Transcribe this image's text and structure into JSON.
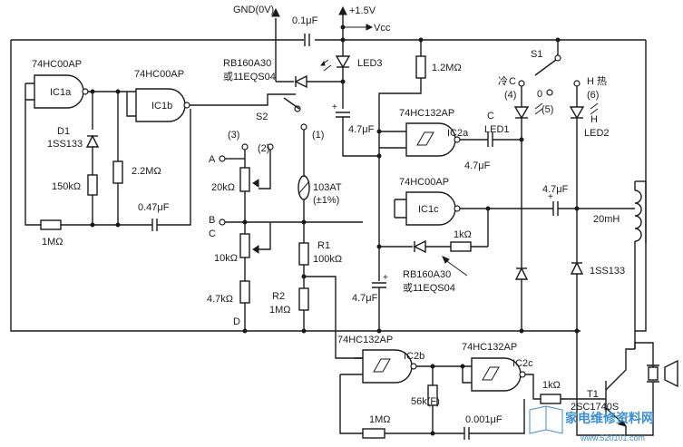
{
  "supply": {
    "gnd": "GND(0V)",
    "vplus": "+1.5V",
    "vcc": "Vcc"
  },
  "chips": {
    "ic1a_part": "74HC00AP",
    "ic1a": "IC1a",
    "ic1b_part": "74HC00AP",
    "ic1b": "IC1b",
    "ic1c_part": "74HC00AP",
    "ic1c": "IC1c",
    "ic2a_part": "74HC132AP",
    "ic2a": "IC2a",
    "ic2b_part": "74HC132AP",
    "ic2b": "IC2b",
    "ic2c_part": "74HC132AP",
    "ic2c": "IC2c"
  },
  "components": {
    "c_top": "0.1μF",
    "d_ref_top": "RB160A30",
    "d_alt_top": "或11EQS04",
    "led3": "LED3",
    "r_12m": "1.2MΩ",
    "d1": "D1",
    "d1_part": "1SS133",
    "r_150k": "150kΩ",
    "r_22m": "2.2MΩ",
    "c_047": "0.47μF",
    "r_1m_left": "1MΩ",
    "c_47_mid": "4.7μF",
    "c_47_ic2a": "4.7μF",
    "c_47_right": "4.7μF",
    "thermistor": "103AT",
    "thermistor_tol": "(±1%)",
    "r_20k": "20kΩ",
    "r_10k": "10kΩ",
    "r_47k": "4.7kΩ",
    "r1": "R1",
    "r1_val": "100kΩ",
    "r2": "R2",
    "r2_val": "1MΩ",
    "r_1k_ic1c": "1kΩ",
    "d_ref_mid": "RB160A30",
    "d_alt_mid": "或11EQS04",
    "c_47_lower": "4.7μF",
    "inductor": "20mH",
    "d_right": "1SS133",
    "r_56k": "56k(F)",
    "r_1m_bottom": "1MΩ",
    "c_0001": "0.001μF",
    "r_1k_bottom": "1kΩ",
    "t1": "T1",
    "t1_part": "2SC1740S"
  },
  "switch": {
    "s1": "S1",
    "s2": "S2",
    "cold": "冷",
    "hot": "热",
    "c": "C",
    "h": "H",
    "pos4": "(4)",
    "pos5": "(5)",
    "pos6": "(6)",
    "zero": "0",
    "led1_c": "C",
    "led1": "LED1",
    "led2_h": "H",
    "led2": "LED2",
    "pos1": "(1)",
    "pos2": "(2)",
    "pos3": "(3)"
  },
  "nodes": {
    "a": "A",
    "b": "B",
    "c": "C",
    "d": "D"
  },
  "watermark": {
    "brand": "家电维修资料网",
    "url": "www.520101.com"
  }
}
